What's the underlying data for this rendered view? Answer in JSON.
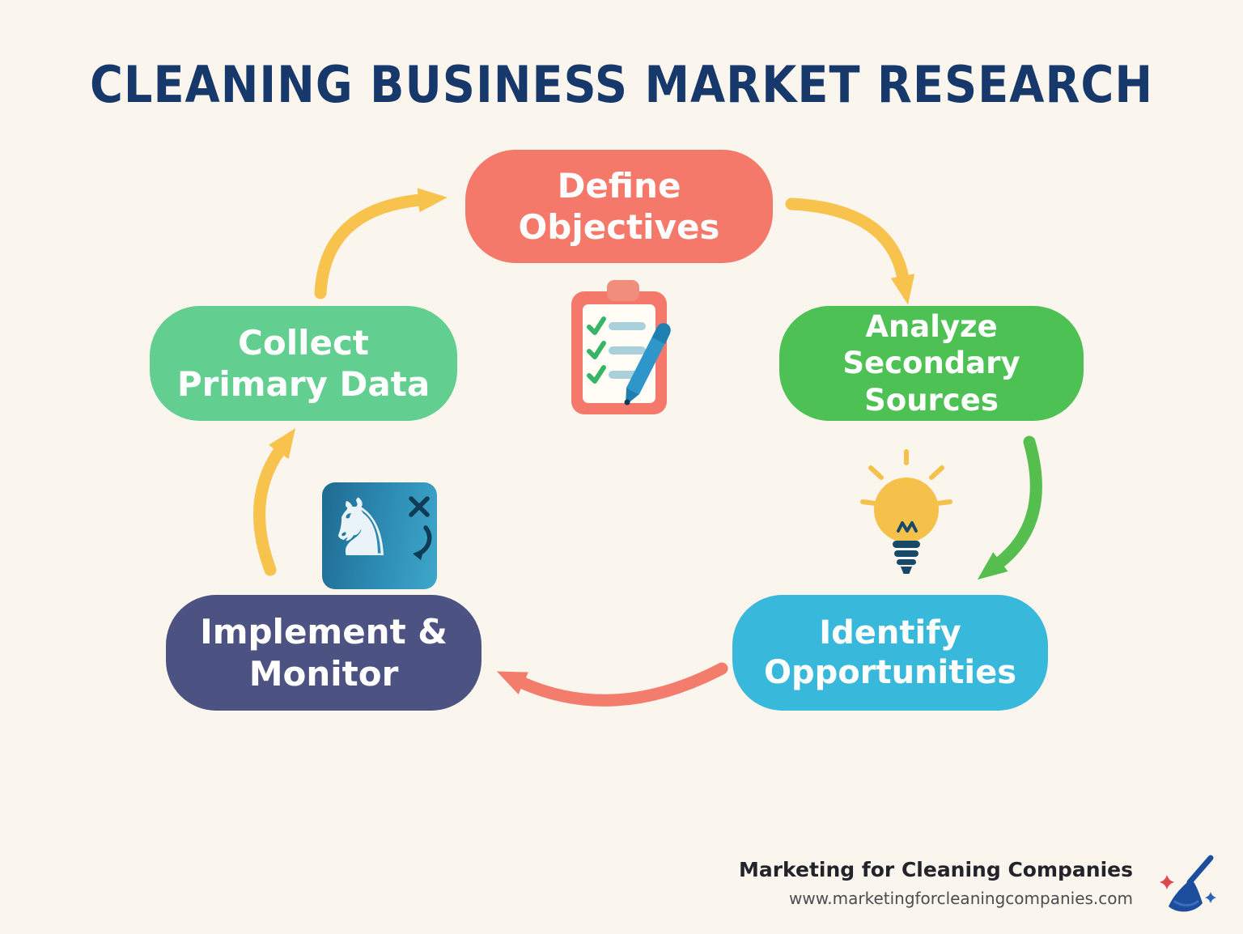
{
  "title": "CLEANING BUSINESS MARKET RESEARCH",
  "nodes": {
    "define_objectives": {
      "line1": "Define",
      "line2": "Objectives",
      "color": "#F4796B"
    },
    "analyze_secondary_sources": {
      "line1": "Analyze",
      "line2": "Secondary Sources",
      "color": "#4DC153"
    },
    "identify_opportunities": {
      "line1": "Identify",
      "line2": "Opportunities",
      "color": "#38B9DC"
    },
    "implement_monitor": {
      "line1": "Implement &",
      "line2": "Monitor",
      "color": "#4C5282"
    },
    "collect_primary_data": {
      "line1": "Collect",
      "line2": "Primary Data",
      "color": "#62CE8F"
    }
  },
  "glyphs": {
    "knight": "♞"
  },
  "icons": {
    "clipboard": "clipboard-checklist-icon",
    "lightbulb": "lightbulb-idea-icon",
    "strategy": "chess-knight-strategy-icon",
    "logo": "broom-sparkles-logo"
  },
  "colors": {
    "background": "#FAF6EE",
    "title": "#17386B",
    "arrow_yellow": "#F7C34C",
    "arrow_green": "#55BE4E",
    "arrow_coral": "#F47C6C"
  },
  "footer": {
    "brand": "Marketing for Cleaning Companies",
    "url": "www.marketingforcleaningcompanies.com"
  }
}
